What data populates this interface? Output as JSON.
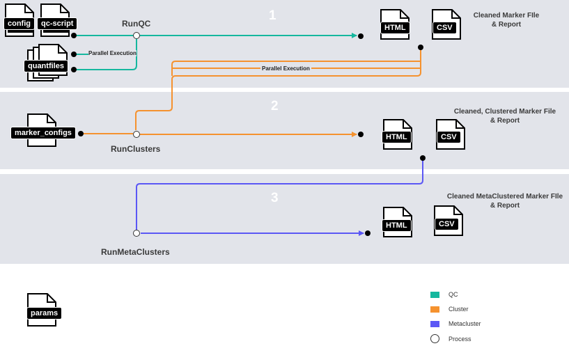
{
  "stages": [
    {
      "number": "1",
      "process": "RunQC",
      "outputs_title": "Cleaned Marker FIle\n& Report"
    },
    {
      "number": "2",
      "process": "RunClusters",
      "outputs_title": "Cleaned, Clustered Marker File\n& Report"
    },
    {
      "number": "3",
      "process": "RunMetaClusters",
      "outputs_title": "Cleaned MetaClustered Marker FIle\n& Report"
    }
  ],
  "inputs": {
    "config": "config",
    "qc_script": "qc-script",
    "quantfiles": "quantfiles",
    "marker_configs": "marker_configs",
    "params": "params"
  },
  "outputs": {
    "html": "HTML",
    "csv": "CSV"
  },
  "annotations": {
    "parallel_execution_1": "Parallel Execution",
    "parallel_execution_2": "Parallel Execution"
  },
  "legend": [
    {
      "label": "QC",
      "color": "#15b79e"
    },
    {
      "label": "Cluster",
      "color": "#f5922f"
    },
    {
      "label": "Metacluster",
      "color": "#5b57f5"
    },
    {
      "label": "Process",
      "color": ""
    }
  ],
  "colors": {
    "qc": "#15b79e",
    "cluster": "#f5922f",
    "metacluster": "#5b57f5",
    "band": "#e2e4ea"
  }
}
